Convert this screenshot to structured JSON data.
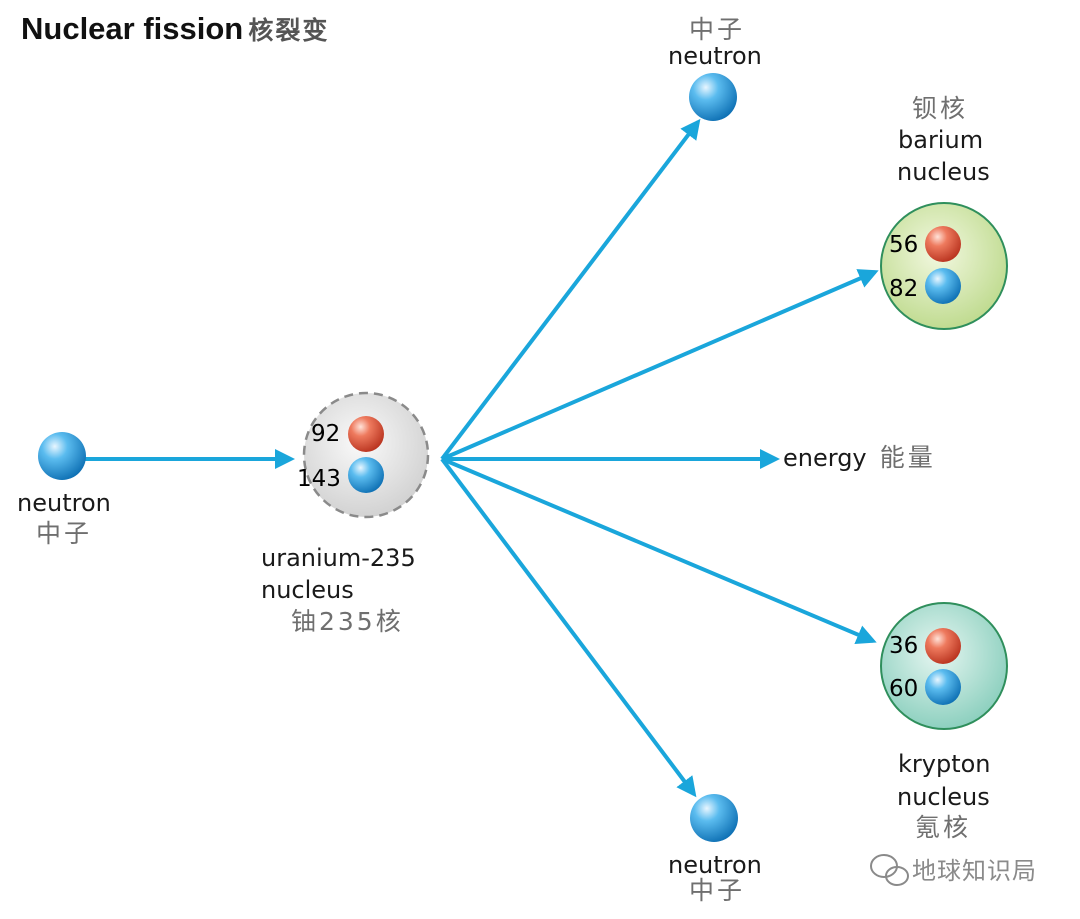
{
  "title": {
    "en": "Nuclear fission",
    "zh": "核裂变"
  },
  "incoming_neutron": {
    "en": "neutron",
    "zh": "中子"
  },
  "uranium": {
    "en_line1": "uranium-235",
    "en_line2": "nucleus",
    "zh": "铀235核",
    "protons": "92",
    "neutrons": "143"
  },
  "neutron_top": {
    "zh": "中子",
    "en": "neutron"
  },
  "barium": {
    "zh": "钡核",
    "en_line1": "barium",
    "en_line2": "nucleus",
    "protons": "56",
    "neutrons": "82"
  },
  "energy": {
    "en": "energy",
    "zh": "能量"
  },
  "krypton": {
    "en_line1": "krypton",
    "en_line2": "nucleus",
    "zh": "氪核",
    "protons": "36",
    "neutrons": "60"
  },
  "neutron_bottom": {
    "en": "neutron",
    "zh": "中子"
  },
  "watermark": {
    "text": "地球知识局",
    "icon": "wechat-icon"
  },
  "colors": {
    "arrow": "#1aa6db",
    "proton": "#e0503c",
    "neutron": "#1e8fd6",
    "barium_fill": "#d9eab0",
    "krypton_fill": "#b6e3d8",
    "uranium_fill": "#e4e4e4"
  }
}
